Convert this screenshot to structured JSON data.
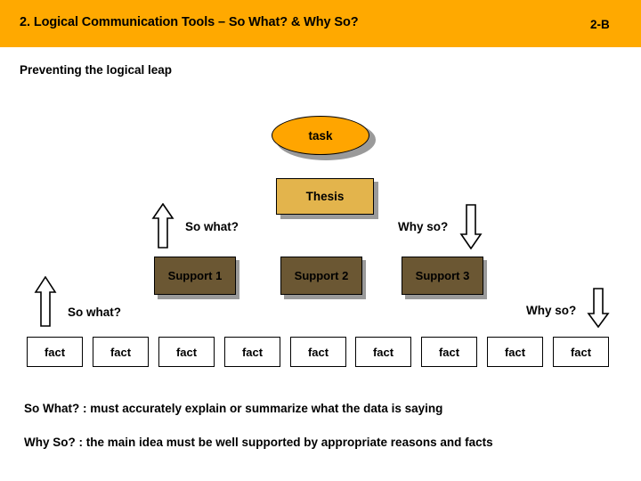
{
  "header": {
    "title": "2. Logical Communication Tools – So What? & Why So?",
    "page_label": "2-B",
    "background_color": "#ffa900"
  },
  "subtitle": "Preventing the logical leap",
  "diagram": {
    "task_node": {
      "label": "task",
      "shape": "ellipse",
      "fill_color": "#ffa500"
    },
    "thesis_node": {
      "label": "Thesis",
      "shape": "rectangle",
      "fill_color": "#e3b44c"
    },
    "supports": [
      {
        "label": "Support 1",
        "fill_color": "#6b5733"
      },
      {
        "label": "Support 2",
        "fill_color": "#6b5733"
      },
      {
        "label": "Support 3",
        "fill_color": "#6b5733"
      }
    ],
    "facts": [
      {
        "label": "fact"
      },
      {
        "label": "fact"
      },
      {
        "label": "fact"
      },
      {
        "label": "fact"
      },
      {
        "label": "fact"
      },
      {
        "label": "fact"
      },
      {
        "label": "fact"
      },
      {
        "label": "fact"
      },
      {
        "label": "fact"
      }
    ],
    "arrow_labels": {
      "so_what_upper": "So what?",
      "why_so_upper": "Why so?",
      "so_what_lower": "So what?",
      "why_so_lower": "Why so?"
    }
  },
  "footer": {
    "so_what_statement": "So What? : must accurately explain or summarize what the data is saying",
    "why_so_statement": "Why So? : the main idea must be well supported by appropriate reasons and facts"
  }
}
